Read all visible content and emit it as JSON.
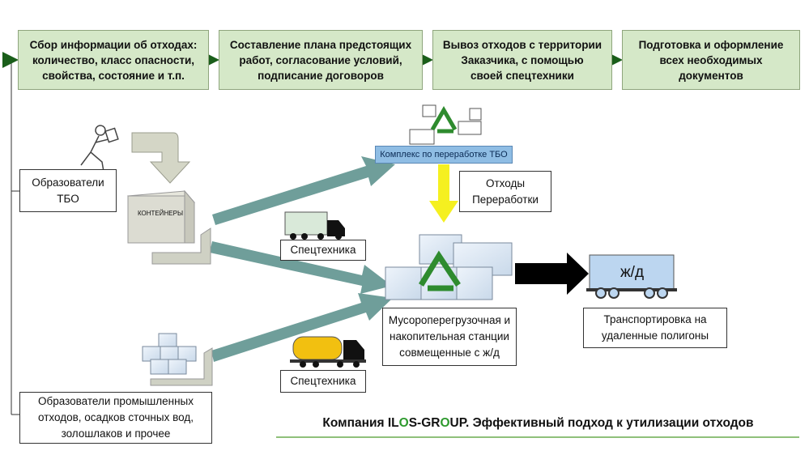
{
  "steps": [
    {
      "line1": "Сбор информации об отходах:",
      "line2": "количество, класс опасности,",
      "line3": "свойства, состояние и т.п."
    },
    {
      "line1": "Составление плана предстоящих",
      "line2": "работ, согласование условий,",
      "line3": "подписание договоров"
    },
    {
      "line1": "Вывоз отходов с территории",
      "line2": "Заказчика,  с помощью",
      "line3": "своей спецтехники"
    },
    {
      "line1": "Подготовка  и оформление",
      "line2": "всех необходимых",
      "line3": "документов"
    }
  ],
  "sources": {
    "household": {
      "line1": "Образователи",
      "line2": "ТБО"
    },
    "industrial": {
      "line1": "Образователи промышленных",
      "line2": "отходов,  осадков сточных вод,",
      "line3": "золошлаков и прочее"
    }
  },
  "containers_label": "КОНТЕЙНЕРЫ",
  "vehicles": {
    "truck1_label": "Спецтехника",
    "truck2_label": "Спецтехника"
  },
  "complex_label": "Комплекс по переработке ТБО",
  "recycling_waste": {
    "line1": "Отходы",
    "line2": "Переработки"
  },
  "station": {
    "line1": "Мусороперегрузочная и",
    "line2": "накопительная  станции",
    "line3": "совмещенные  с ж/д"
  },
  "rail_car_label": "ж/д",
  "transport": {
    "line1": "Транспортировка на",
    "line2": "удаленные полигоны"
  },
  "footer": {
    "part1": "Компания IL",
    "green1": "O",
    "part2": "S-GR",
    "green2": "O",
    "part3": "UP. Эффективный подход к утилизации отходов"
  },
  "colors": {
    "step_fill": "#d5e8c8",
    "arrow_teal": "#6f9e9a",
    "recycle_green": "#2e8b2e",
    "yellow_arrow": "#f5f020",
    "complex_blue": "#8fbde4",
    "rail_car": "#bcd6f0"
  },
  "icons": [
    "person-carrying-icon",
    "curved-arrow-icon",
    "container-box-icon",
    "box-stack-icon",
    "truck-icon",
    "tanker-truck-icon",
    "recycle-icon",
    "computer-icon",
    "rail-car-icon"
  ]
}
